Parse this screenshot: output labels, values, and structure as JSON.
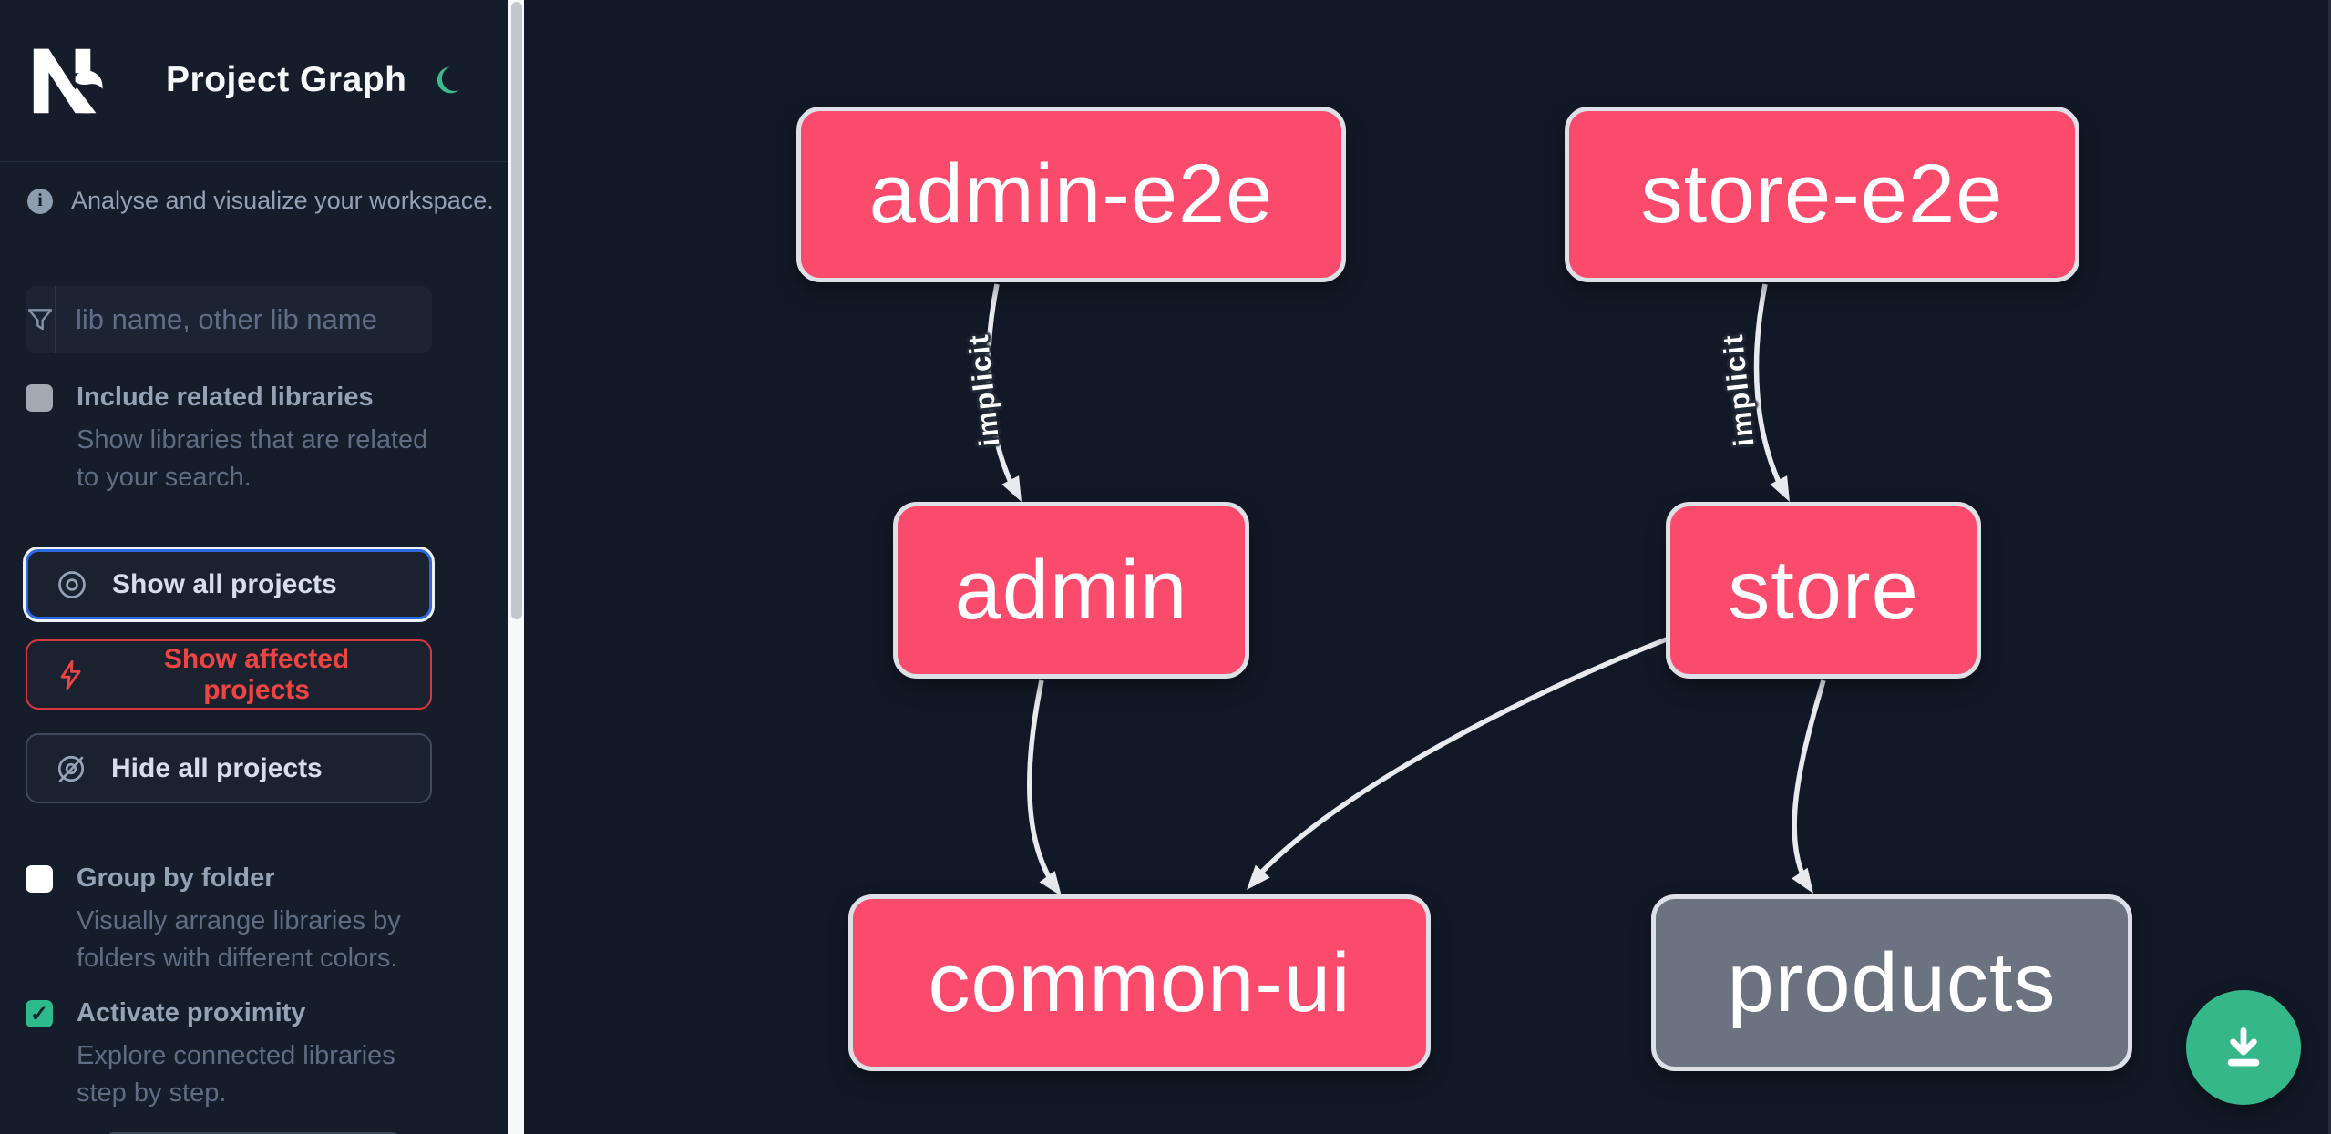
{
  "header": {
    "title": "Project Graph"
  },
  "sidebar": {
    "tagline": "Analyse and visualize your workspace.",
    "search": {
      "placeholder": "lib name, other lib name"
    },
    "toggles": [
      {
        "id": "include-related-libraries",
        "label": "Include related libraries",
        "description": "Show libraries that are related to your search.",
        "checked": false,
        "disabled": true
      },
      {
        "id": "group-by-folder",
        "label": "Group by folder",
        "description": "Visually arrange libraries by folders with different colors.",
        "checked": false,
        "disabled": false
      },
      {
        "id": "activate-proximity",
        "label": "Activate proximity",
        "description": "Explore connected libraries step by step.",
        "checked": true,
        "disabled": false,
        "checkmark": "✓"
      }
    ],
    "actions": [
      {
        "id": "show-all-projects",
        "label": "Show all projects",
        "state": "focused"
      },
      {
        "id": "show-affected-projects",
        "label": "Show affected projects",
        "state": "danger"
      },
      {
        "id": "hide-all-projects",
        "label": "Hide all projects",
        "state": "default"
      }
    ]
  },
  "graph": {
    "nodes": [
      {
        "id": "admin-e2e",
        "label": "admin-e2e",
        "status": "affected"
      },
      {
        "id": "store-e2e",
        "label": "store-e2e",
        "status": "affected"
      },
      {
        "id": "admin",
        "label": "admin",
        "status": "affected"
      },
      {
        "id": "store",
        "label": "store",
        "status": "affected"
      },
      {
        "id": "common-ui",
        "label": "common-ui",
        "status": "affected"
      },
      {
        "id": "products",
        "label": "products",
        "status": "normal"
      }
    ],
    "edges": [
      {
        "from": "admin-e2e",
        "to": "admin",
        "label": "implicit"
      },
      {
        "from": "store-e2e",
        "to": "store",
        "label": "implicit"
      },
      {
        "from": "admin",
        "to": "common-ui",
        "label": ""
      },
      {
        "from": "store",
        "to": "common-ui",
        "label": ""
      },
      {
        "from": "store",
        "to": "products",
        "label": ""
      }
    ]
  },
  "colors": {
    "affected_node": "#fa4b6c",
    "normal_node": "#6b7280",
    "node_border": "#dde0e6",
    "edge": "#e8eaee",
    "accent_green": "#35b78a",
    "focus_blue": "#2b6ae0",
    "danger_red": "#ef4444",
    "sidebar_bg": "#151c2a",
    "canvas_bg": "#121926"
  }
}
